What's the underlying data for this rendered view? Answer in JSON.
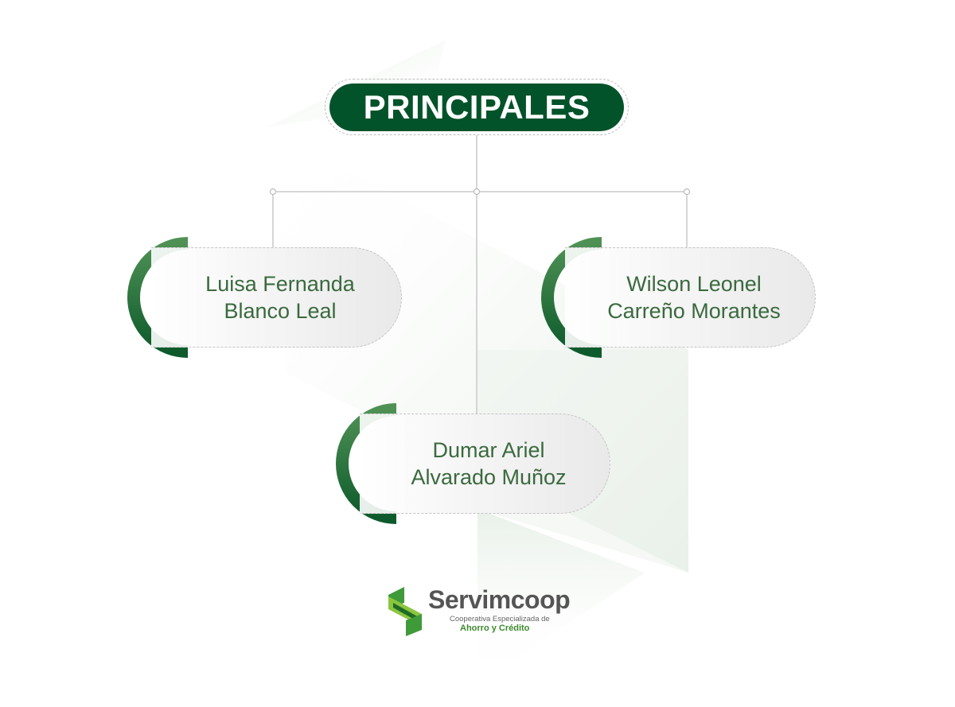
{
  "header": {
    "title": "PRINCIPALES"
  },
  "members": [
    {
      "line1": "Luisa Fernanda",
      "line2": "Blanco Leal"
    },
    {
      "line1": "Wilson Leonel",
      "line2": "Carreño Morantes"
    },
    {
      "line1": "Dumar Ariel",
      "line2": "Alvarado Muñoz"
    }
  ],
  "logo": {
    "name": "Servimcoop",
    "tagline": "Cooperativa Especializada de",
    "tagline2": "Ahorro y Crédito"
  },
  "colors": {
    "primary": "#03532a",
    "accent": "#3a6a3e",
    "lime": "#8cc63f"
  }
}
